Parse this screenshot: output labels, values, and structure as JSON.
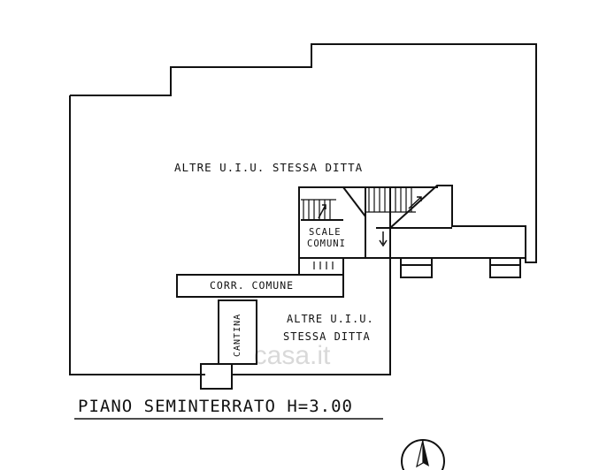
{
  "labels": {
    "other_units_top": "ALTRE U.I.U. STESSA DITTA",
    "shared_stairs_line1": "SCALE",
    "shared_stairs_line2": "COMUNI",
    "shared_corridor": "CORR. COMUNE",
    "cellar": "CANTINA",
    "other_units_bottom_line1": "ALTRE U.I.U.",
    "other_units_bottom_line2": "STESSA DITTA",
    "floor_title": "PIANO SEMINTERRATO H=3.00"
  },
  "watermark": "casa.it",
  "icons": {
    "north_arrow": "north-arrow-icon"
  },
  "colors": {
    "line": "#111111",
    "background": "#ffffff",
    "watermark": "#d9d9d9"
  }
}
